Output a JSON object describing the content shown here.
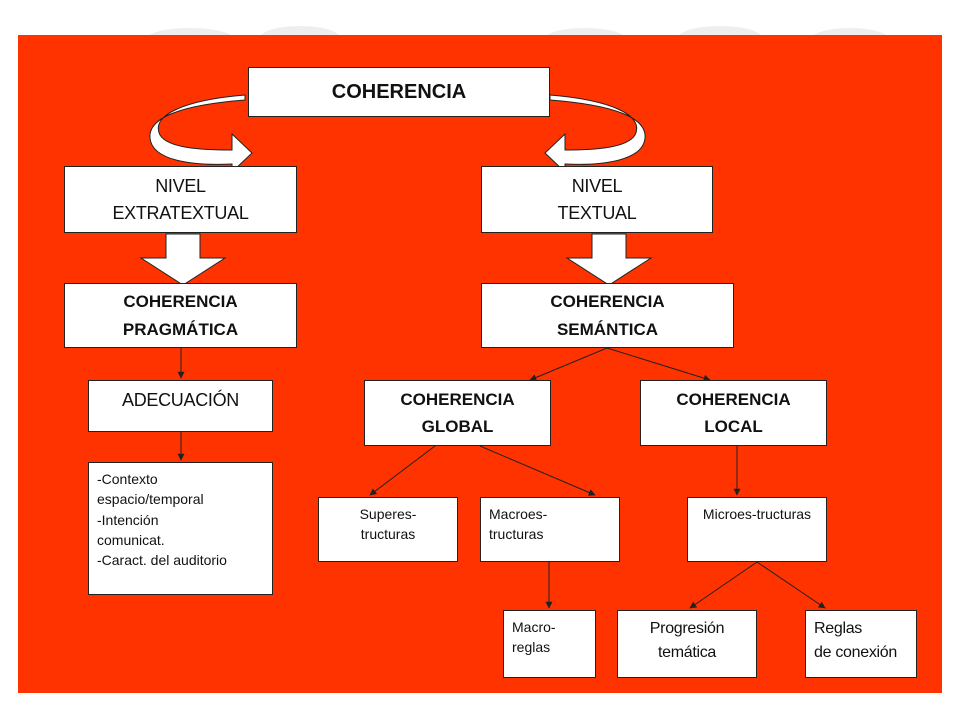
{
  "diagram": {
    "title": "COHERENCIA",
    "nivel_extratextual": [
      "NIVEL",
      "EXTRATEXTUAL"
    ],
    "nivel_textual": [
      "NIVEL",
      "TEXTUAL"
    ],
    "coherencia_pragmatica": [
      "COHERENCIA",
      "PRAGMÁTICA"
    ],
    "coherencia_semantica": [
      "COHERENCIA",
      "SEMÁNTICA"
    ],
    "adecuacion": "ADECUACIÓN",
    "coherencia_global": [
      "COHERENCIA",
      "GLOBAL"
    ],
    "coherencia_local": [
      "COHERENCIA",
      "LOCAL"
    ],
    "contexto_list": [
      "-Contexto",
      "espacio/temporal",
      "-Intención",
      "comunicat.",
      "-Caract. del auditorio"
    ],
    "superestructuras": [
      "Superes-",
      "tructuras"
    ],
    "macroestructuras": [
      "Macroes-",
      "tructuras"
    ],
    "microestructuras": "Microes-tructuras",
    "macroreglas": [
      "Macro-",
      "reglas"
    ],
    "progresion": [
      "Progresión",
      "temática"
    ],
    "reglas": [
      "Reglas",
      "de conexión"
    ]
  },
  "colors": {
    "panel": "#ff3300",
    "box": "#ffffff",
    "arrow_fill": "#ffffff",
    "ghost": "#e8e8e8"
  }
}
